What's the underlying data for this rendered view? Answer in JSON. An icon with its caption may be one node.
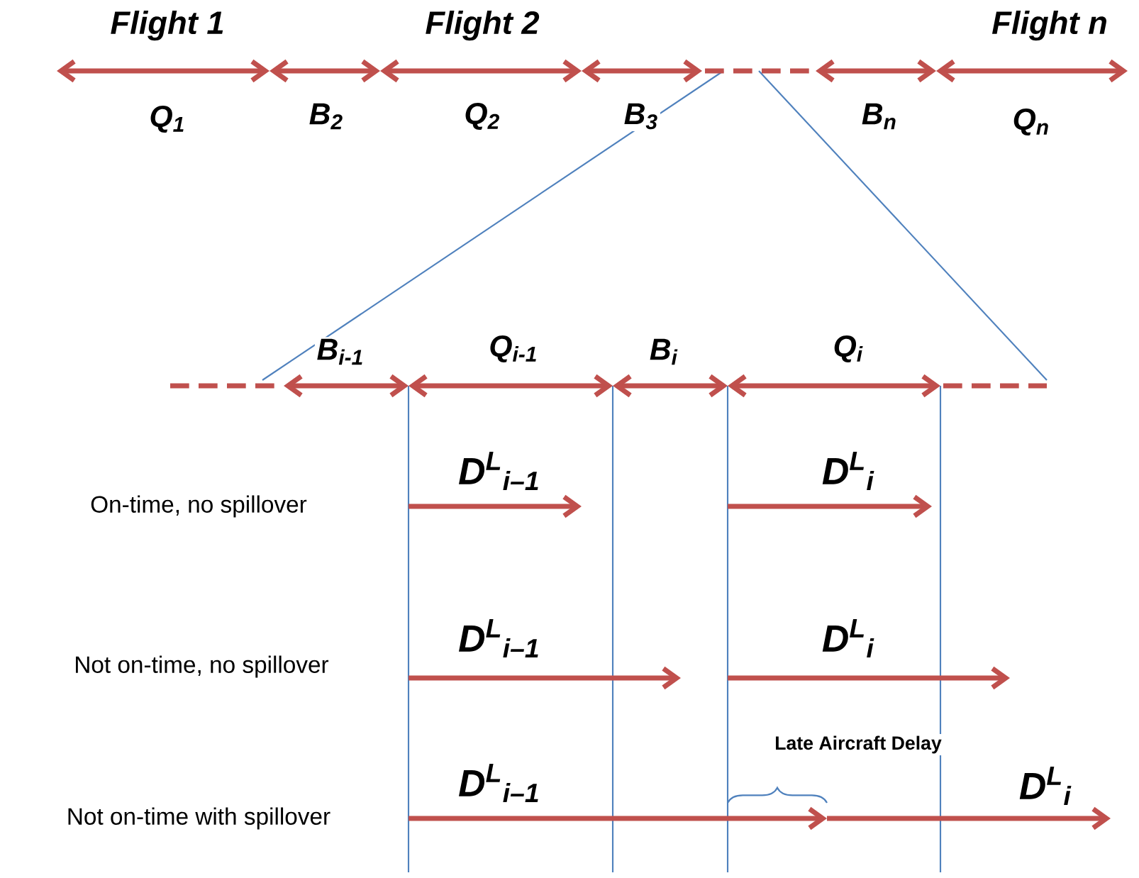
{
  "diagram": {
    "labels": [
      "Flight 1",
      "Flight 2",
      "Flight n",
      "Q$_{1}$",
      "B$_{2}$",
      "Q$_{2}$",
      "B$_{3}$",
      "B$_{n}$",
      "Q$_{n}$",
      "B$_{i-1}$",
      "Q$_{i-1}$",
      "B$_{i}$",
      "Q$_{i}$",
      "D$^{L}$$_{i–1}$",
      "D$^{L}$$_{i}$",
      "On-time, no spillover",
      "D$^{L}$$_{i–1}$",
      "D$^{L}$$_{i}$",
      "Not on-time, no spillover",
      "Late Aircraft Delay",
      "D$^{L}$$_{i–1}$",
      "D$^{L}$$_{i}$",
      "Not on-time with spillover"
    ]
  }
}
